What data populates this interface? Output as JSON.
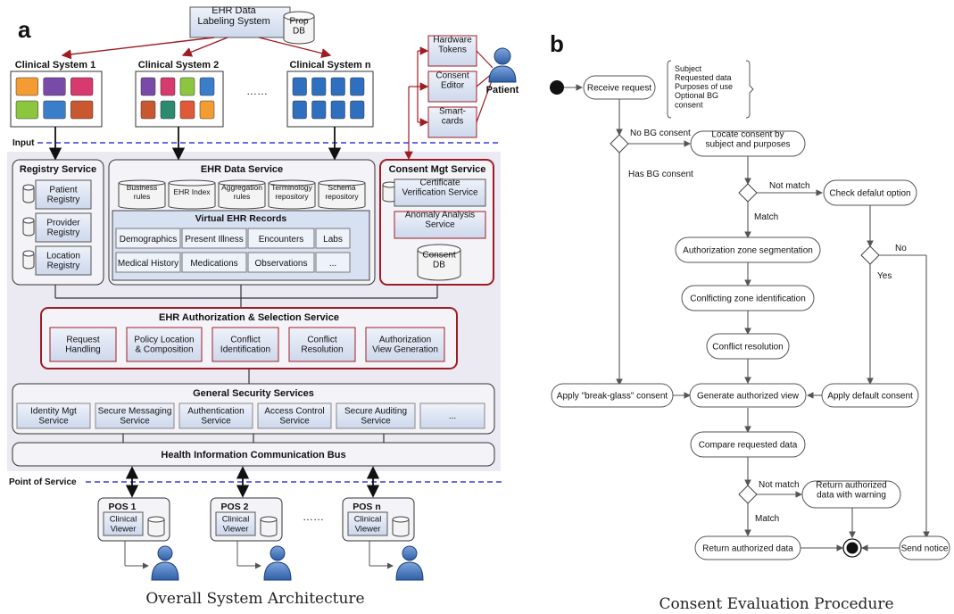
{
  "panel_a": {
    "letter": "a",
    "caption": "Overall System Architecture",
    "labeling_system": "EHR Data\nLabeling System",
    "prop_db": "Prop\nDB",
    "clinical_systems": [
      "Clinical System 1",
      "Clinical System 2",
      "Clinical System n"
    ],
    "ellipsis_systems": "……",
    "input_label": "Input",
    "point_of_service_label": "Point of Service",
    "hardware_tokens": "Hardware\nTokens",
    "consent_editor": "Consent\nEditor",
    "smart_cards": "Smart-\ncards",
    "patient": "Patient",
    "registry_service": {
      "title": "Registry Service",
      "items": [
        "Patient\nRegistry",
        "Provider\nRegistry",
        "Location\nRegistry"
      ]
    },
    "ehr_data_service": {
      "title": "EHR Data Service",
      "repos": [
        "Business\nrules",
        "EHR Index",
        "Aggregation\nrules",
        "Terminology\nrepository",
        "Schema\nrepository"
      ],
      "virtual_title": "Virtual EHR Records",
      "records": [
        "Demographics",
        "Present Illness",
        "Encounters",
        "Labs",
        "Medical History",
        "Medications",
        "Observations",
        "..."
      ]
    },
    "consent_mgt_service": {
      "title": "Consent Mgt Service",
      "items": [
        "Certificate\nVerification Service",
        "Anomaly Analysis\nService"
      ],
      "db": "Consent\nDB"
    },
    "authorization_service": {
      "title": "EHR Authorization & Selection Service",
      "items": [
        "Request\nHandling",
        "Policy Location\n& Composition",
        "Conflict\nIdentification",
        "Conflict\nResolution",
        "Authorization\nView Generation"
      ]
    },
    "security_services": {
      "title": "General Security Services",
      "items": [
        "Identity Mgt\nService",
        "Secure Messaging\nService",
        "Authentication\nService",
        "Access Control\nService",
        "Secure Auditing\nService",
        "..."
      ]
    },
    "bus": "Health Information Communication Bus",
    "pos": [
      "POS 1",
      "POS 2",
      "POS n"
    ],
    "ellipsis_pos": "……",
    "clinical_viewer": "Clinical\nViewer"
  },
  "panel_b": {
    "letter": "b",
    "caption": "Consent Evaluation Procedure",
    "receive_request": "Receive request",
    "note": "Subject\nRequested data\nPurposes of use\nOptional BG\nconsent",
    "no_bg_consent": "No BG consent",
    "has_bg_consent": "Has BG consent",
    "locate_consent": "Locate consent by\nsubject and purposes",
    "not_match": "Not match",
    "match": "Match",
    "check_default": "Check defalut option",
    "no": "No",
    "yes": "Yes",
    "auth_zone_seg": "Authorization zone segmentation",
    "conflicting_zone": "Conlficting zone identification",
    "conflict_resolution": "Conflict resolution",
    "apply_break_glass": "Apply \"break-glass\" consent",
    "generate_view": "Generate authorized view",
    "apply_default": "Apply default consent",
    "compare_requested": "Compare requested data",
    "return_warning": "Return authorized\ndata with warning",
    "return_authorized": "Return authorized data",
    "send_notice": "Send notice"
  }
}
